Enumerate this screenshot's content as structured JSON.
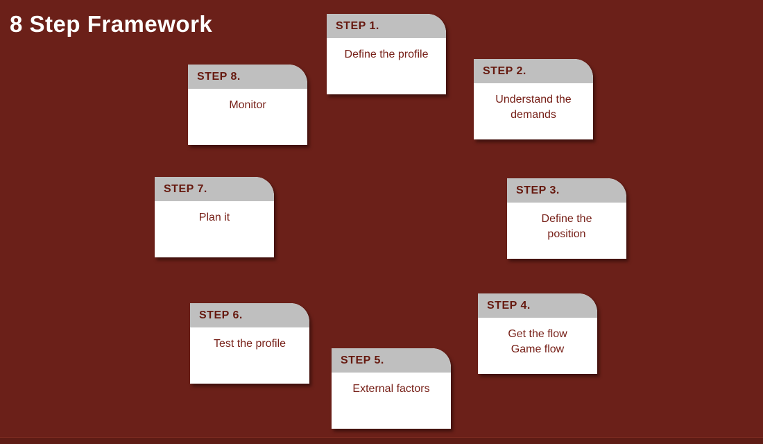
{
  "title": "8 Step Framework",
  "colors": {
    "background": "#6B2019",
    "card_header_bg": "#BFBFBF",
    "card_body_bg": "#FFFFFF",
    "card_header_text": "#66190F",
    "card_body_text": "#772018",
    "title_text": "#FFFFFF",
    "bottom_edge": "#5E1C15"
  },
  "cards": [
    {
      "step": "STEP 1.",
      "body": [
        "Define the profile"
      ]
    },
    {
      "step": "STEP 2.",
      "body": [
        "Understand the",
        "demands"
      ]
    },
    {
      "step": "STEP 3.",
      "body": [
        "Define the",
        "position"
      ]
    },
    {
      "step": "STEP 4.",
      "body": [
        "Get the flow",
        "Game flow"
      ]
    },
    {
      "step": "STEP 5.",
      "body": [
        "External factors"
      ]
    },
    {
      "step": "STEP 6.",
      "body": [
        "Test the profile"
      ]
    },
    {
      "step": "STEP 7.",
      "body": [
        "Plan it"
      ]
    },
    {
      "step": "STEP 8.",
      "body": [
        "Monitor"
      ]
    }
  ]
}
